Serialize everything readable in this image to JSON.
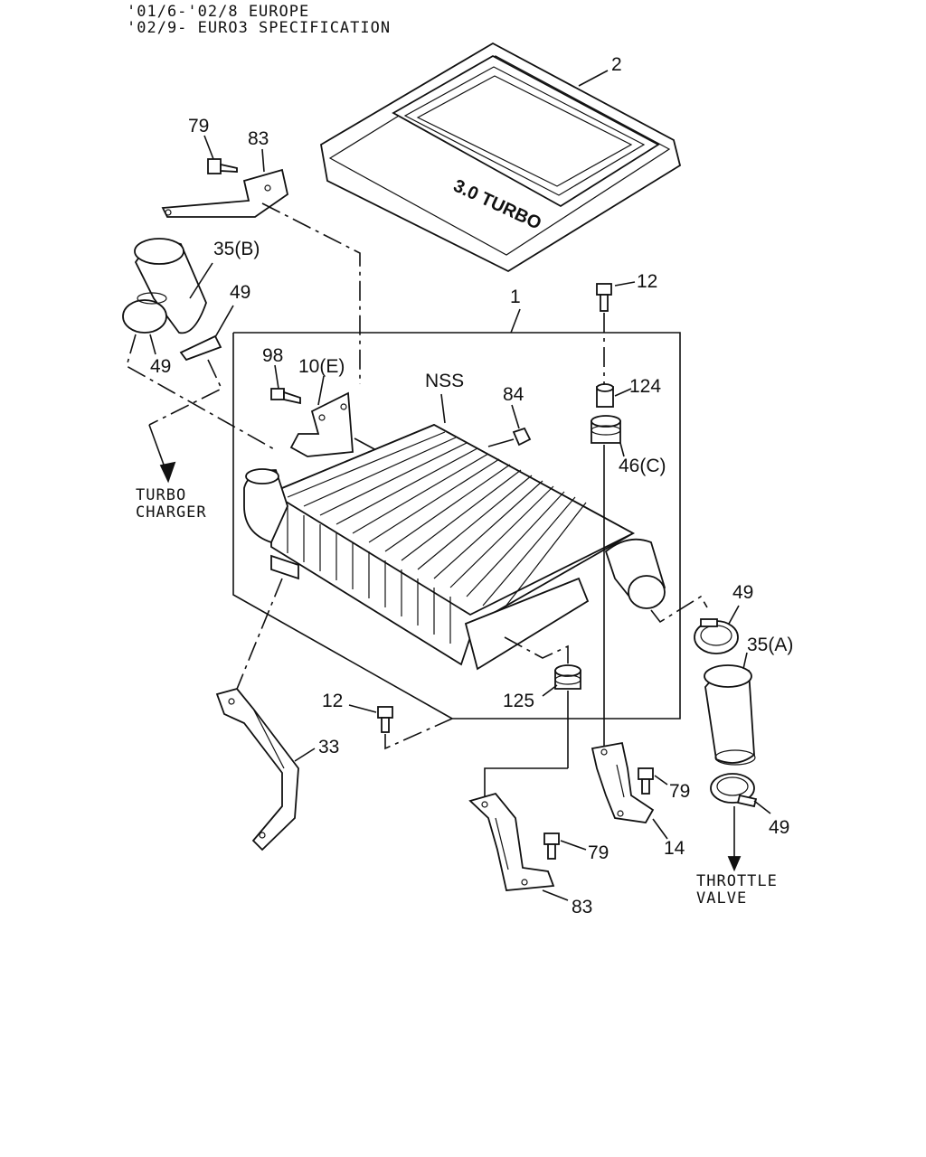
{
  "header": {
    "line1": "'01/6-'02/8 EUROPE",
    "line2": "'02/9- EURO3 SPECIFICATION"
  },
  "cover": {
    "emblem_text": "3.0 TURBO"
  },
  "labels": {
    "p2": "2",
    "p79_top": "79",
    "p83_top": "83",
    "p35b": "35(B)",
    "p49_upper_right": "49",
    "p49_upper_left": "49",
    "p98": "98",
    "p10e": "10(E)",
    "nss": "NSS",
    "p84": "84",
    "p1": "1",
    "p12_top": "12",
    "p124": "124",
    "p46c": "46(C)",
    "p49_mid": "49",
    "p35a": "35(A)",
    "p12_bottom": "12",
    "p125": "125",
    "p33": "33",
    "p79_right": "79",
    "p14": "14",
    "p79_bottom": "79",
    "p83_bottom": "83",
    "p49_bottom": "49"
  },
  "notes": {
    "turbo_line1": "TURBO",
    "turbo_line2": "CHARGER",
    "throttle_line1": "THROTTLE",
    "throttle_line2": "VALVE"
  }
}
